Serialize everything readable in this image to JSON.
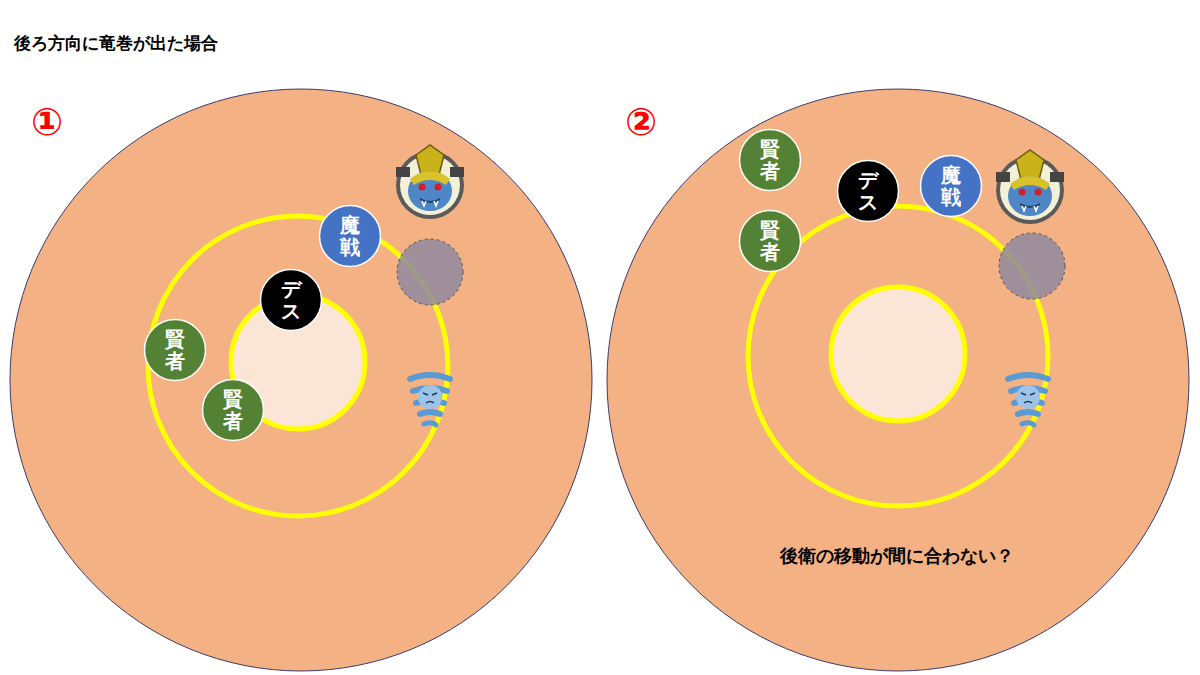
{
  "diagram": {
    "title": "後ろ方向に竜巻が出た場合",
    "nodes": [
      {
        "text": [
          "魔戦"
        ]
      },
      {
        "text": [
          "デス"
        ]
      },
      {
        "text": [
          "賢者"
        ]
      },
      {
        "text": [
          "賢者"
        ]
      },
      {
        "text": [
          "賢者"
        ]
      },
      {
        "text": [
          "デス"
        ]
      },
      {
        "text": [
          "魔戦"
        ]
      },
      {
        "text": [
          "賢者"
        ]
      }
    ],
    "labels": [
      "①",
      "②",
      "後衛の移動が間に合わない？"
    ]
  }
}
